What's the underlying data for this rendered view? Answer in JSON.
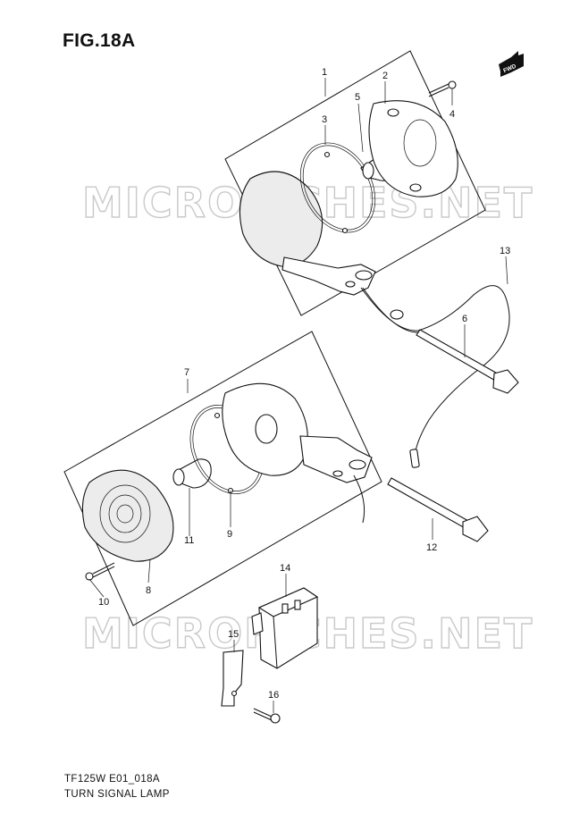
{
  "figure_title": "FIG.18A",
  "footer": {
    "model_code": "TF125W E01_018A",
    "section_name": "TURN SIGNAL LAMP"
  },
  "watermark": "MICROFICHES.NET",
  "direction_arrow": "FWD",
  "part_labels": {
    "p1": "1",
    "p2": "2",
    "p3": "3",
    "p4": "4",
    "p5": "5",
    "p6": "6",
    "p7": "7",
    "p8": "8",
    "p9": "9",
    "p10": "10",
    "p11": "11",
    "p12": "12",
    "p13": "13",
    "p14": "14",
    "p15": "15",
    "p16": "16"
  }
}
